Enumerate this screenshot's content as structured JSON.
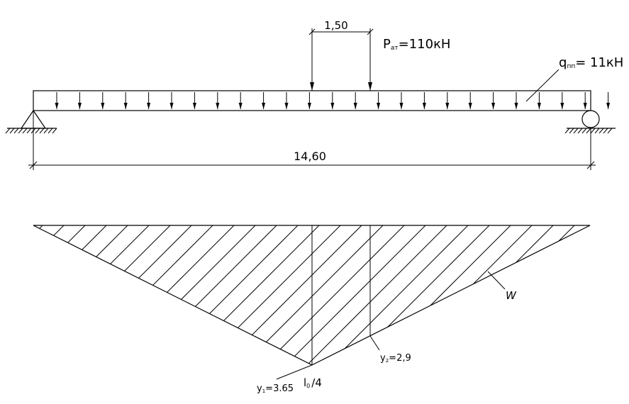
{
  "beam": {
    "span_label": "14,60",
    "spacing_label": "1,50",
    "point_load": {
      "main": "P",
      "sub": "ат",
      "rest": "=110кН"
    },
    "distributed_load": {
      "main": "q",
      "sub": "пп",
      "rest": "= 11кН"
    }
  },
  "influence_line": {
    "label_w": "W",
    "y1": {
      "main": "y",
      "sub": "1",
      "rest": "=3.65"
    },
    "y2": {
      "main": "y",
      "sub": "2",
      "rest": "=2,9"
    },
    "section": {
      "main": "l",
      "sub": "0",
      "rest": "/4"
    }
  }
}
